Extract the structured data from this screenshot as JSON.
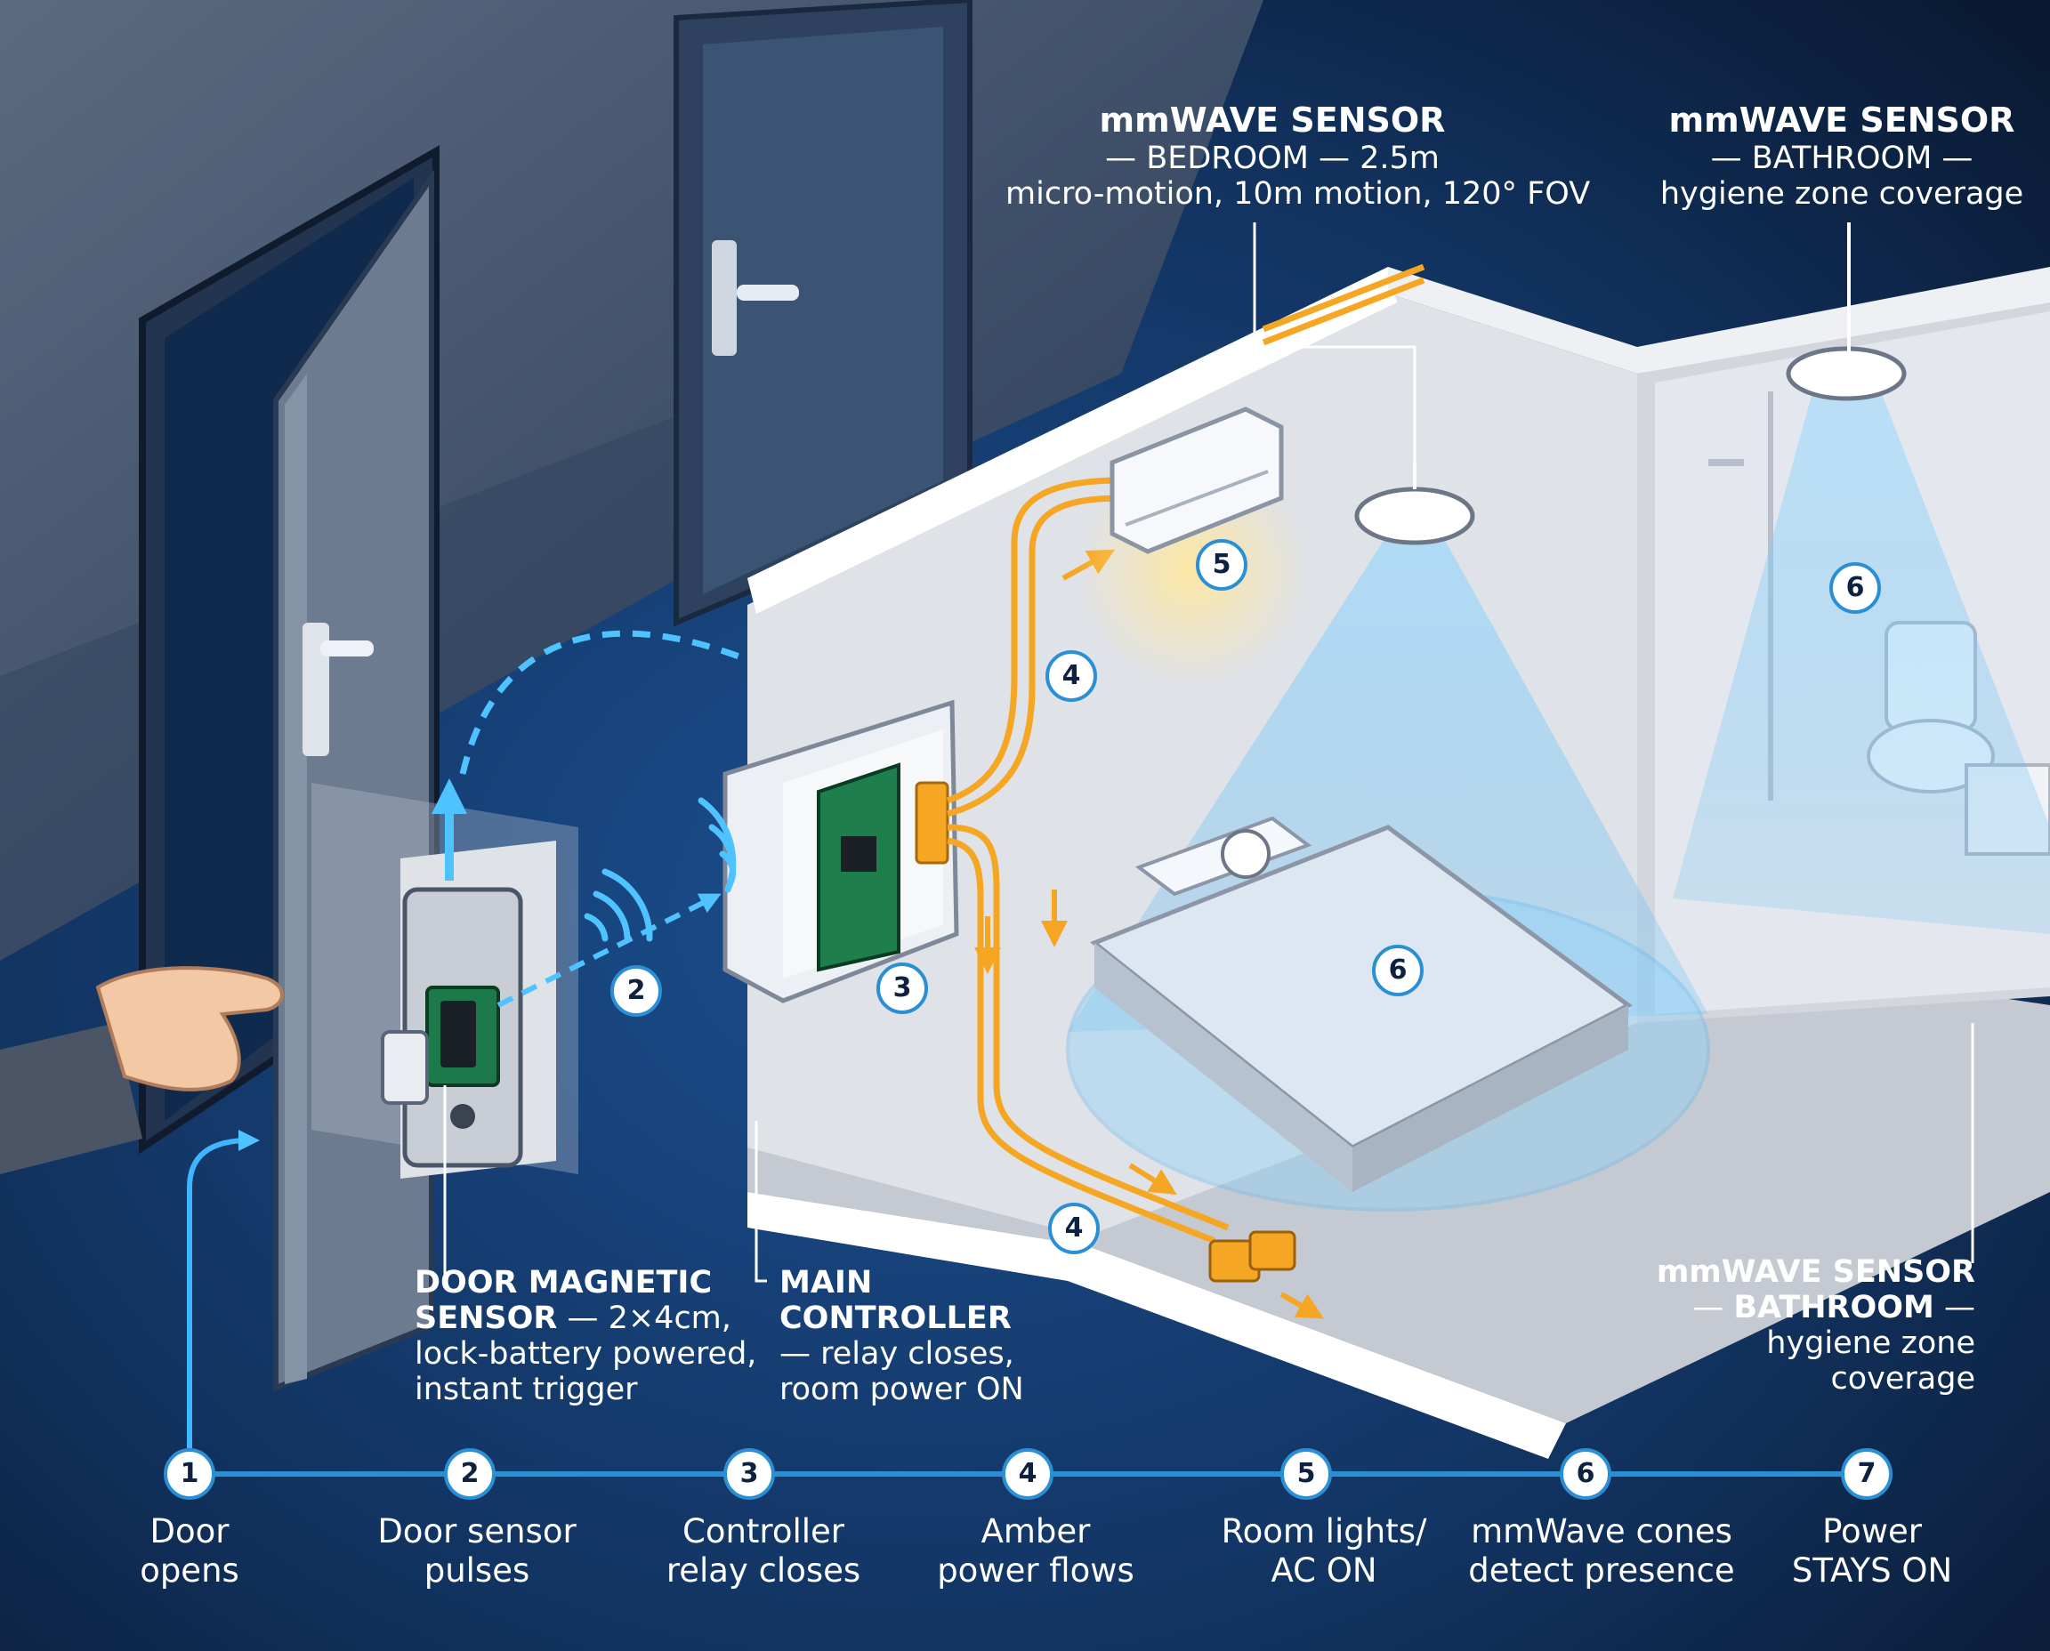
{
  "labels": {
    "bedroom_sensor": {
      "title": "mmWAVE SENSOR",
      "line1": "— BEDROOM — 2.5m",
      "line2": "micro-motion, 10m motion, 120° FOV"
    },
    "bathroom_sensor_top": {
      "title": "mmWAVE SENSOR",
      "line1": "— BATHROOM —",
      "line2": "hygiene zone coverage"
    },
    "bathroom_sensor_side": {
      "title": "mmWAVE SENSOR",
      "line1_lead": "— ",
      "line1_bold": "BATHROOM",
      "line1_tail": " —",
      "line2": "hygiene zone",
      "line3": "coverage"
    },
    "door_sensor": {
      "title": "DOOR MAGNETIC",
      "title2": "SENSOR",
      "title2_tail": " — 2×4cm,",
      "line1": "lock-battery powered,",
      "line2": "instant trigger"
    },
    "controller": {
      "title": "MAIN",
      "title2": "CONTROLLER",
      "line1": "— relay closes,",
      "line2": "room power ON"
    }
  },
  "markers": {
    "wifi_signal": "2",
    "controller": "3",
    "power_upper": "4",
    "power_lower": "4",
    "ac_unit": "5",
    "bed_cone": "6",
    "bath_cone": "6"
  },
  "timeline": [
    {
      "num": "1",
      "line1": "Door",
      "line2": "opens"
    },
    {
      "num": "2",
      "line1": "Door sensor",
      "line2": "pulses"
    },
    {
      "num": "3",
      "line1": "Controller",
      "line2": "relay closes"
    },
    {
      "num": "4",
      "line1": "Amber",
      "line2": "power flows"
    },
    {
      "num": "5",
      "line1": "Room lights/",
      "line2": "AC ON"
    },
    {
      "num": "6",
      "line1": "mmWave cones",
      "line2": "detect presence"
    },
    {
      "num": "7",
      "line1": "Power",
      "line2": "STAYS ON"
    }
  ],
  "colors": {
    "background": "#0e2140",
    "wire": "#f5a623",
    "signal": "#3fb6ff",
    "cone": "#7fd0ff",
    "room_wall": "#dcdfe4",
    "marker_border": "#2b8fd6"
  }
}
